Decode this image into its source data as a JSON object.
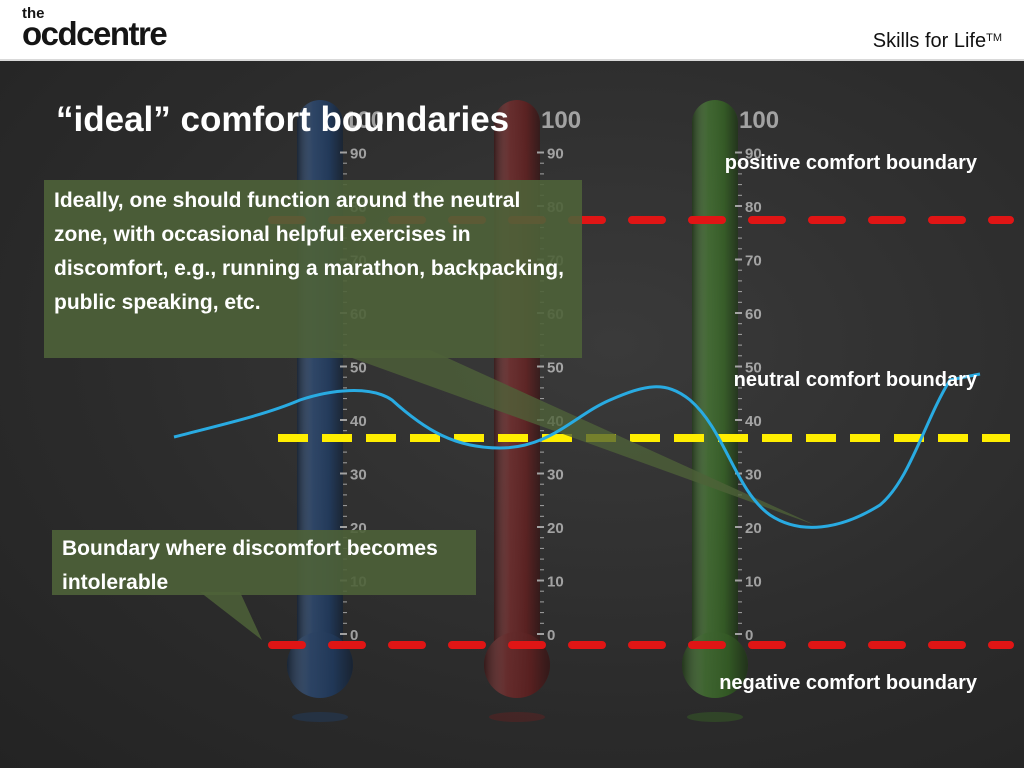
{
  "header": {
    "logo_small": "the",
    "logo_big": "ocdcentre",
    "tagline": "Skills for Life",
    "tagline_mark": "TM"
  },
  "title": "“ideal” comfort boundaries",
  "labels": {
    "positive": "positive comfort boundary",
    "neutral": "neutral comfort boundary",
    "negative": "negative comfort boundary"
  },
  "notes": {
    "ideal": "Ideally, one should function around the neutral zone, with occasional helpful exercises in discomfort, e.g., running a marathon, backpacking, public speaking, etc.",
    "boundary": "Boundary where discomfort becomes intolerable"
  },
  "thermometers": {
    "scale_top": "100",
    "scale": [
      "90",
      "80",
      "70",
      "60",
      "50",
      "40",
      "30",
      "20",
      "10",
      "0"
    ],
    "colors": [
      "#1c4a8a",
      "#8a1a1a",
      "#3f8a22"
    ]
  },
  "colors": {
    "boundary_red": "#e01515",
    "boundary_yellow": "#ffee00",
    "curve": "#29abe2",
    "note_bg": "#4e6238"
  }
}
